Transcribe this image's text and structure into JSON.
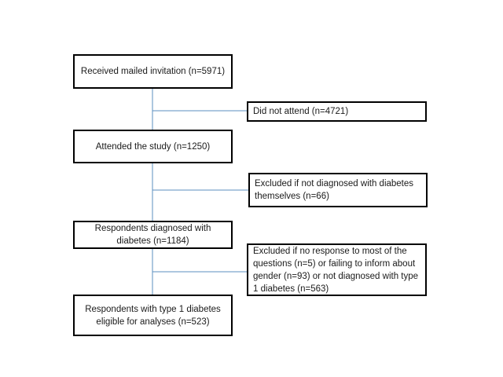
{
  "flowchart": {
    "main": [
      {
        "id": "invitation",
        "text": "Received mailed invitation (n=5971)"
      },
      {
        "id": "attended",
        "text": "Attended the study (n=1250)"
      },
      {
        "id": "diagnosed",
        "text": "Respondents diagnosed with\ndiabetes (n=1184)"
      },
      {
        "id": "type1",
        "text": "Respondents with type 1 diabetes\neligible  for analyses (n=523)"
      }
    ],
    "exclusions": [
      {
        "id": "not-attend",
        "text": "Did not attend (n=4721)"
      },
      {
        "id": "not-diagnosed",
        "text": "Excluded if not diagnosed with diabetes\nthemselves (n=66)"
      },
      {
        "id": "no-response",
        "text": "Excluded if no response to most of the\nquestions (n=5) or failing to inform about\ngender (n=93) or not diagnosed with type\n1 diabetes (n=563)"
      }
    ]
  },
  "colors": {
    "connector": "#5b8fbf",
    "box_border": "#000000"
  }
}
